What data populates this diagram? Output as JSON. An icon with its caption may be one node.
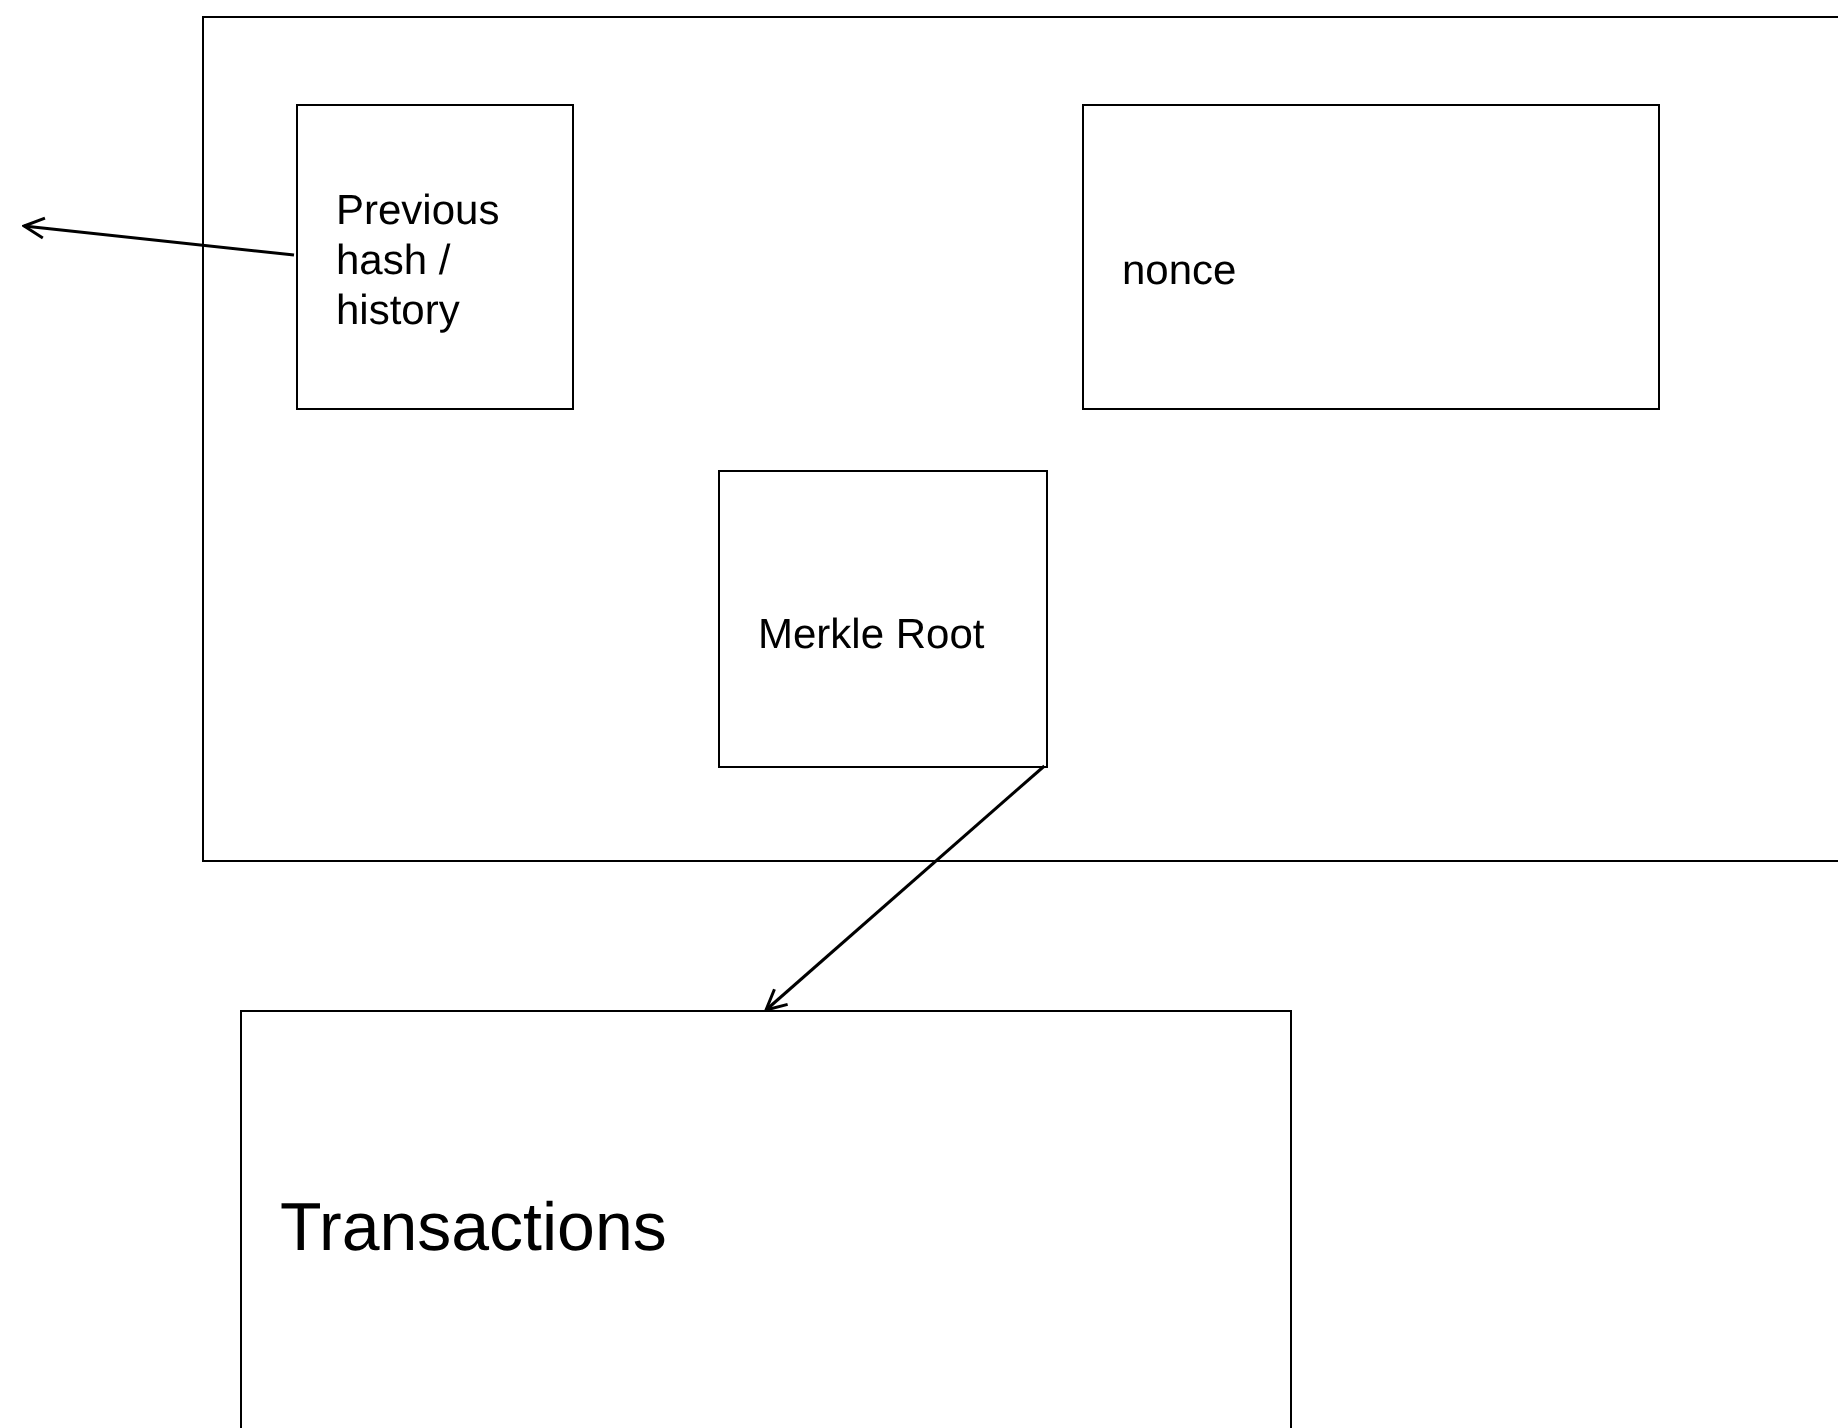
{
  "diagram": {
    "nodes": [
      {
        "text": [],
        "shape": "box"
      },
      {
        "text": [
          "Previous hash / history"
        ],
        "in": 0
      },
      {
        "text": [
          "nonce"
        ],
        "in": 0
      },
      {
        "text": [
          "Merkle Root"
        ],
        "in": 0
      },
      {
        "text": [
          "Transactions"
        ]
      }
    ],
    "edges": [
      {
        "from": 1,
        "to": null,
        "arrow": "to"
      },
      {
        "from": 3,
        "to": 4,
        "arrow": "to"
      }
    ]
  }
}
